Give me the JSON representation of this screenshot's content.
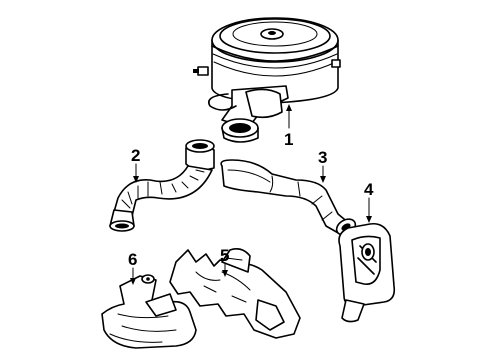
{
  "parts": [
    {
      "number": "1",
      "name": "air-cleaner-assembly"
    },
    {
      "number": "2",
      "name": "flexible-duct"
    },
    {
      "number": "3",
      "name": "inlet-duct"
    },
    {
      "number": "4",
      "name": "resonator"
    },
    {
      "number": "5",
      "name": "heat-shield"
    },
    {
      "number": "6",
      "name": "heat-stove"
    }
  ]
}
